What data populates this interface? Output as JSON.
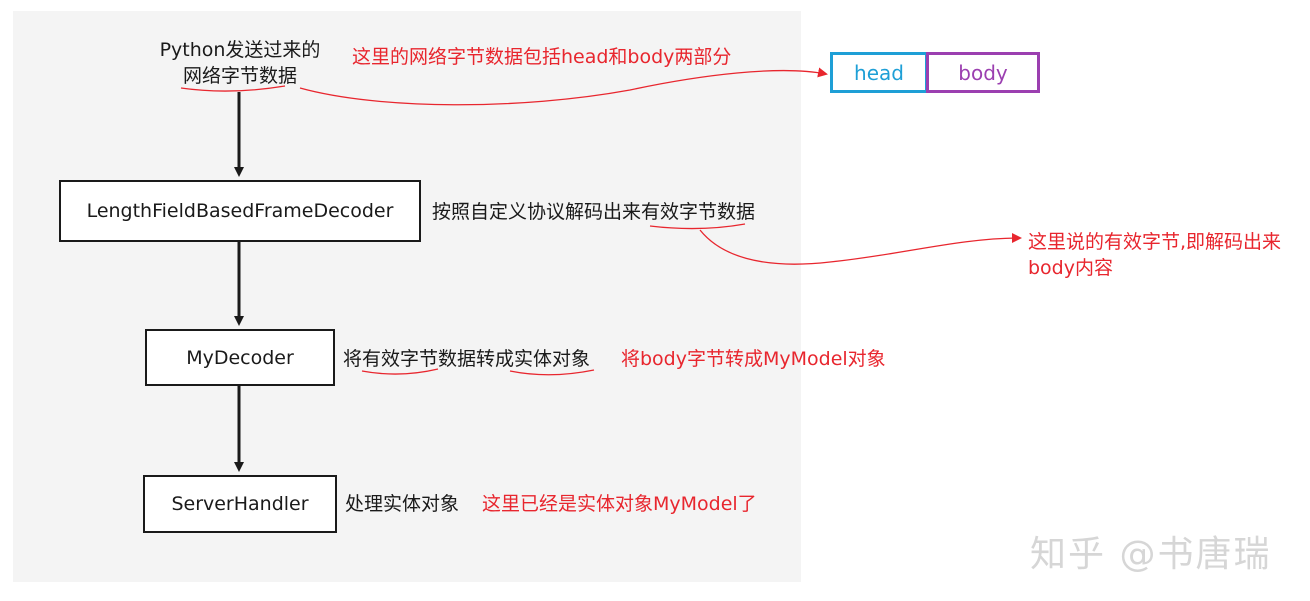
{
  "source": {
    "line1": "Python发送过来的",
    "line2": "网络字节数据"
  },
  "source_note": "这里的网络字节数据包括head和body两部分",
  "packet": {
    "head": "head",
    "body": "body"
  },
  "nodes": {
    "decoder1": {
      "label": "LengthFieldBasedFrameDecoder",
      "desc": "按照自定义协议解码出来有效字节数据"
    },
    "decoder2": {
      "label": "MyDecoder",
      "desc": "将有效字节数据转成实体对象",
      "note": "将body字节转成MyModel对象"
    },
    "handler": {
      "label": "ServerHandler",
      "desc": "处理实体对象",
      "note": "这里已经是实体对象MyModel了"
    }
  },
  "effective_note": {
    "line1": "这里说的有效字节,即解码出来",
    "line2": "body内容"
  },
  "watermark": "知乎 @书唐瑞",
  "colors": {
    "annotation": "#e8262e",
    "head": "#1e9fd6",
    "body": "#9b3fb0",
    "panel": "#f4f4f4"
  }
}
